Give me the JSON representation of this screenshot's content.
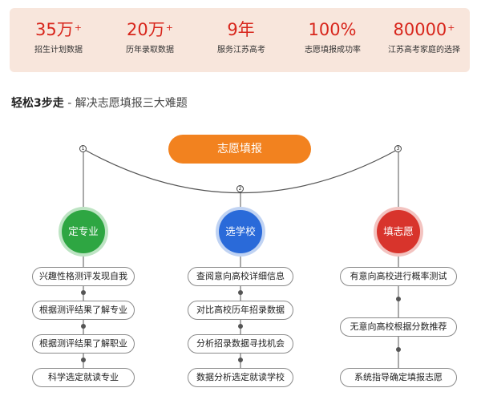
{
  "stats": [
    {
      "value": "35万",
      "sup": "+",
      "label": "招生计划数据"
    },
    {
      "value": "20万",
      "sup": "+",
      "label": "历年录取数据"
    },
    {
      "value": "9年",
      "sup": "",
      "label": "服务江苏高考"
    },
    {
      "value": "100%",
      "sup": "",
      "label": "志愿填报成功率"
    },
    {
      "value": "80000",
      "sup": "+",
      "label": "江苏高考家庭的选择"
    }
  ],
  "heading": {
    "bold": "轻松3步走",
    "rest": " - 解决志愿填报三大难题"
  },
  "main_button": "志愿填报",
  "steps": [
    "1",
    "2",
    "3"
  ],
  "columns": [
    {
      "title": "定专业",
      "color": "green",
      "items": [
        "兴趣性格测评发现自我",
        "根据测评结果了解专业",
        "根据测评结果了解职业",
        "科学选定就读专业"
      ]
    },
    {
      "title": "选学校",
      "color": "blue",
      "items": [
        "查阅意向高校详细信息",
        "对比高校历年招录数据",
        "分析招录数据寻找机会",
        "数据分析选定就读学校"
      ]
    },
    {
      "title": "填志愿",
      "color": "red",
      "items": [
        "有意向高校进行概率测试",
        "无意向高校根据分数推荐",
        "系统指导确定填报志愿"
      ]
    }
  ]
}
